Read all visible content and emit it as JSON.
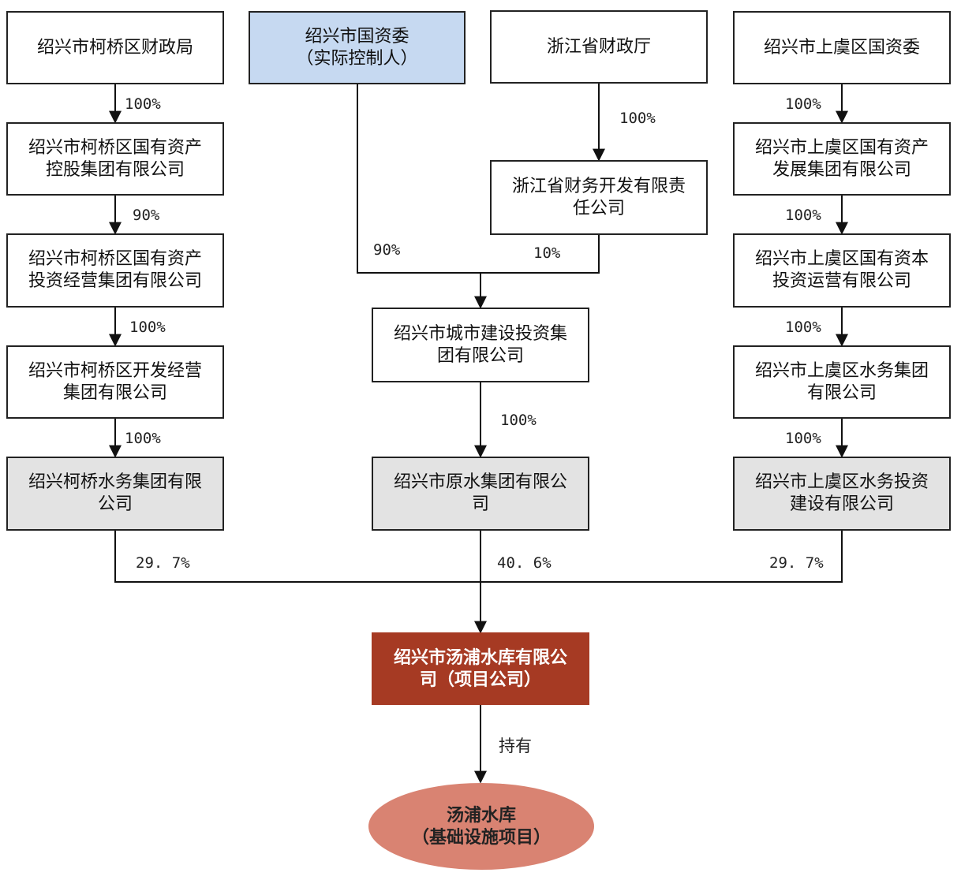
{
  "nodes": {
    "keqiao_finance": [
      "绍兴市柯桥区财政局"
    ],
    "sasac": [
      "绍兴市国资委",
      "（实际控制人）"
    ],
    "zj_finance": [
      "浙江省财政厅"
    ],
    "shangyu_sasac": [
      "绍兴市上虞区国资委"
    ],
    "keqiao_holding": [
      "绍兴市柯桥区国有资产",
      "控股集团有限公司"
    ],
    "zj_dev": [
      "浙江省财务开发有限责",
      "任公司"
    ],
    "shangyu_dev": [
      "绍兴市上虞区国有资产",
      "发展集团有限公司"
    ],
    "keqiao_invest": [
      "绍兴市柯桥区国有资产",
      "投资经营集团有限公司"
    ],
    "shangyu_capital": [
      "绍兴市上虞区国有资本",
      "投资运营有限公司"
    ],
    "city_construction": [
      "绍兴市城市建设投资集",
      "团有限公司"
    ],
    "keqiao_dev_op": [
      "绍兴市柯桥区开发经营",
      "集团有限公司"
    ],
    "shangyu_water_group": [
      "绍兴市上虞区水务集团",
      "有限公司"
    ],
    "keqiao_water": [
      "绍兴柯桥水务集团有限",
      "公司"
    ],
    "raw_water": [
      "绍兴市原水集团有限公",
      "司"
    ],
    "shangyu_water_invest": [
      "绍兴市上虞区水务投资",
      "建设有限公司"
    ],
    "project_company": [
      "绍兴市汤浦水库有限公",
      "司（项目公司）"
    ],
    "reservoir": [
      "汤浦水库",
      "（基础设施项目）"
    ]
  },
  "edge_labels": {
    "keqiao_finance_holding": "100%",
    "keqiao_holding_invest": "90%",
    "keqiao_invest_devop": "100%",
    "keqiao_devop_water": "100%",
    "zj_finance_dev": "100%",
    "sasac_city": "90%",
    "zjdev_city": "10%",
    "city_rawwater": "100%",
    "shangyu_sasac_dev": "100%",
    "shangyu_dev_capital": "100%",
    "shangyu_capital_water": "100%",
    "shangyu_water_invest": "100%",
    "keqiao_water_project": "29. 7%",
    "raw_water_project": "40. 6%",
    "shangyu_invest_project": "29. 7%",
    "project_reservoir": "持有"
  },
  "colors": {
    "actual_controller": "#c6d9f1",
    "shareholder": "#e3e3e3",
    "project_company": "#a63a23",
    "infrastructure": "#d98372"
  }
}
